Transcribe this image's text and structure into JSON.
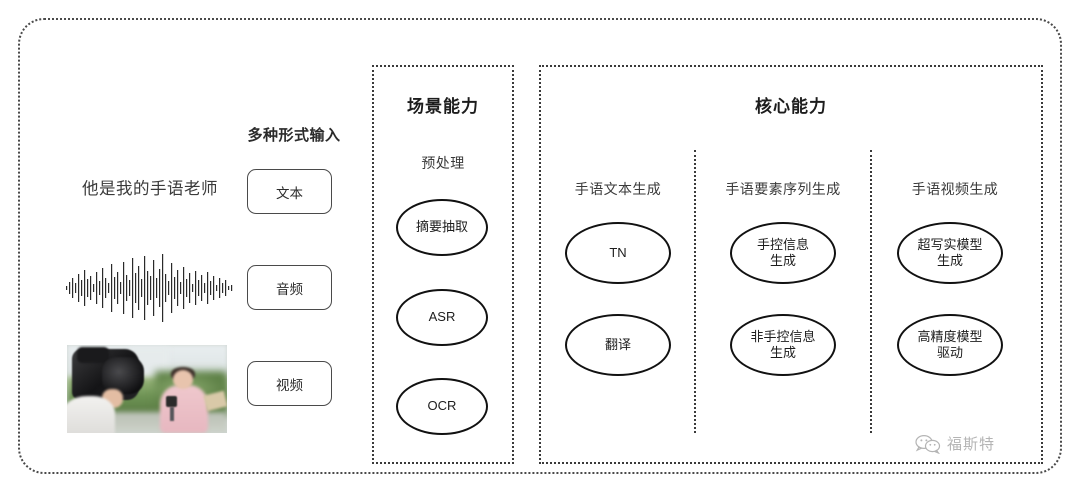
{
  "input_section": {
    "heading": "多种形式输入",
    "sample_sentence": "他是我的手语老师",
    "chips": [
      {
        "label": "文本",
        "icon": "text-sample"
      },
      {
        "label": "音频",
        "icon": "audio-waveform"
      },
      {
        "label": "视频",
        "icon": "video-thumbnail"
      }
    ]
  },
  "scene_panel": {
    "title": "场景能力",
    "group_label": "预处理",
    "nodes": [
      {
        "label": "摘要抽取"
      },
      {
        "label": "ASR"
      },
      {
        "label": "OCR"
      }
    ]
  },
  "core_panel": {
    "title": "核心能力",
    "columns": [
      {
        "label": "手语文本生成",
        "nodes": [
          {
            "label": "TN"
          },
          {
            "label": "翻译"
          }
        ]
      },
      {
        "label": "手语要素序列生成",
        "nodes": [
          {
            "label": "手控信息\n生成"
          },
          {
            "label": "非手控信息\n生成"
          }
        ]
      },
      {
        "label": "手语视频生成",
        "nodes": [
          {
            "label": "超写实模型\n生成"
          },
          {
            "label": "高精度模型\n驱动"
          }
        ]
      }
    ]
  },
  "watermark": {
    "icon": "wechat-icon",
    "text": "福斯特"
  },
  "colors": {
    "border_dotted": "#3a3a3a",
    "node_border": "#111111",
    "text": "#2b2b2b",
    "background": "#ffffff"
  }
}
